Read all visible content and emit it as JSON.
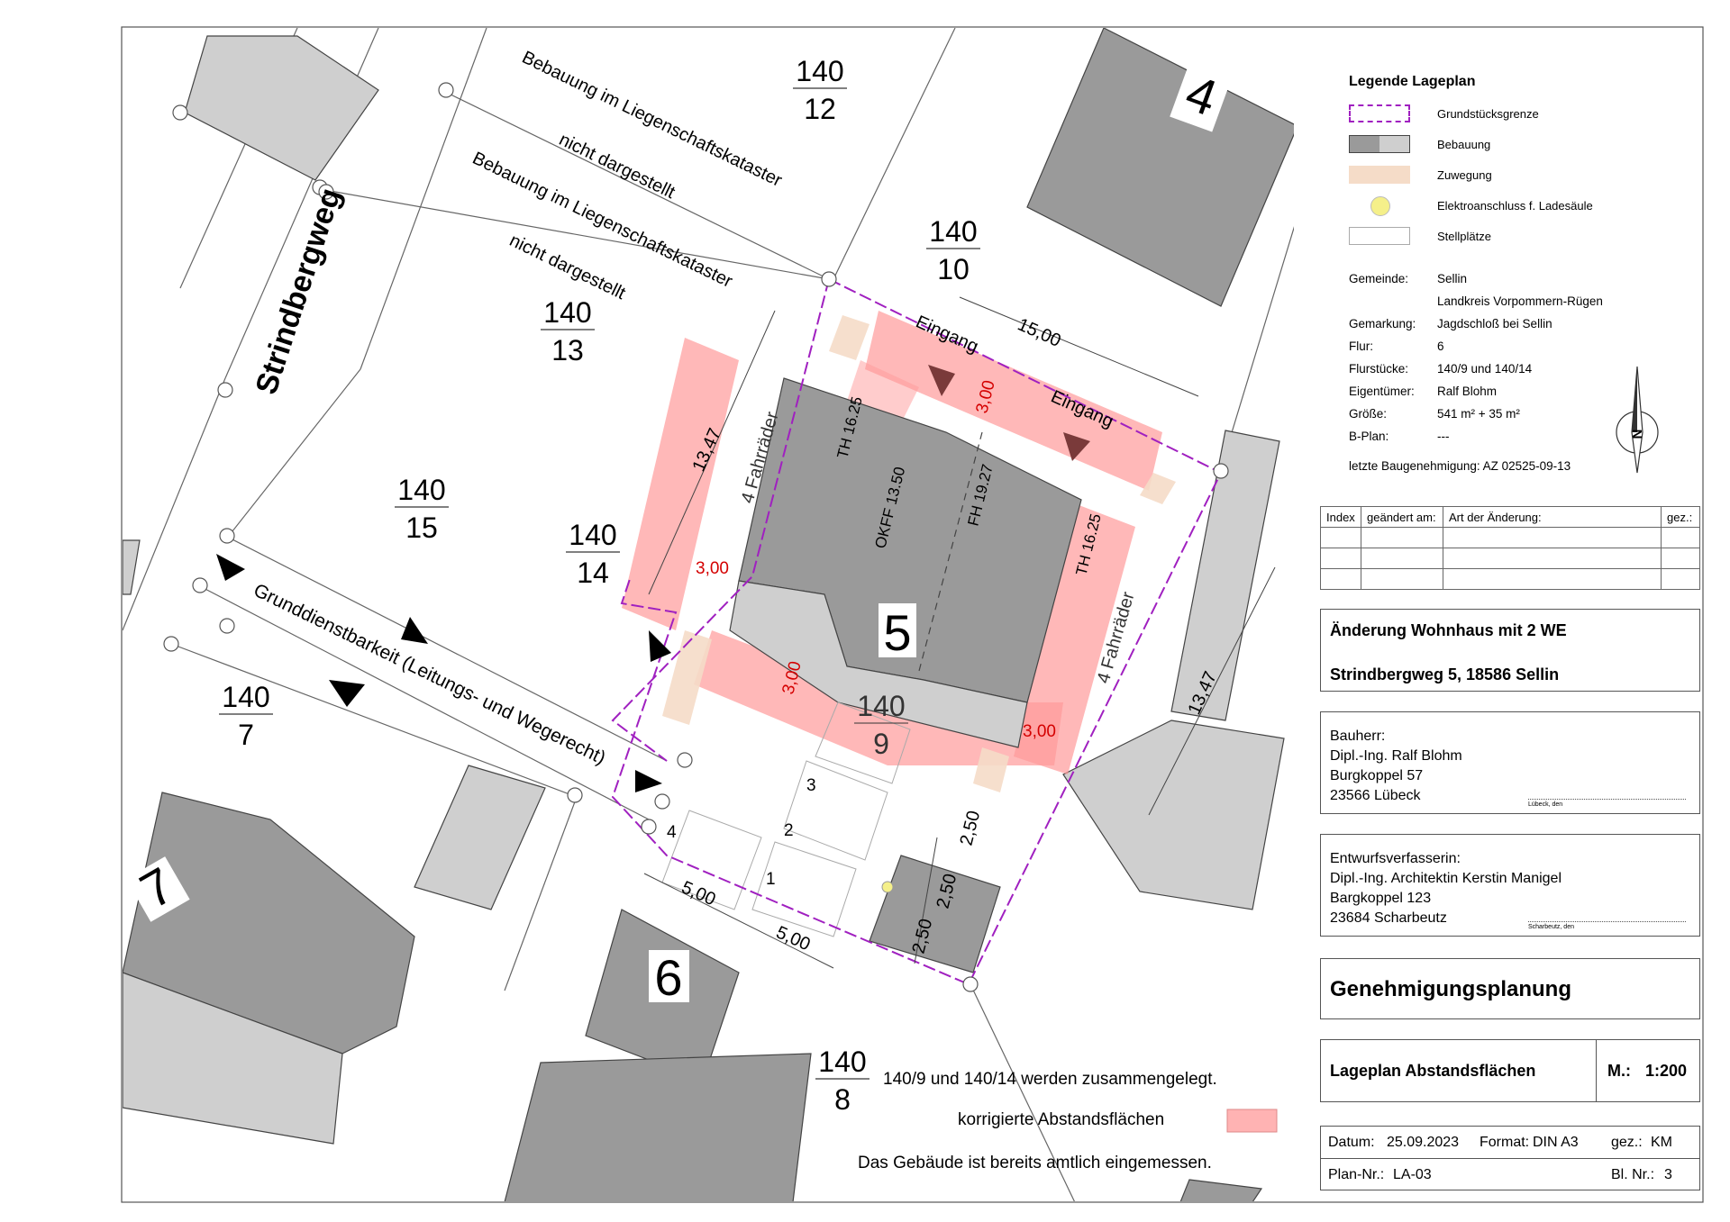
{
  "parcels": {
    "p140_12": {
      "num": "140",
      "den": "12"
    },
    "p140_10": {
      "num": "140",
      "den": "10"
    },
    "p140_13": {
      "num": "140",
      "den": "13"
    },
    "p140_15": {
      "num": "140",
      "den": "15"
    },
    "p140_14": {
      "num": "140",
      "den": "14"
    },
    "p140_7": {
      "num": "140",
      "den": "7"
    },
    "p140_9": {
      "num": "140",
      "den": "9"
    },
    "p140_8": {
      "num": "140",
      "den": "8"
    }
  },
  "house_numbers": {
    "n4": "4",
    "n5": "5",
    "n6": "6",
    "n7": "7"
  },
  "map_labels": {
    "street": "Strindbergweg",
    "bebauung_line1": "Bebauung im Liegenschaftskataster",
    "bebauung_line2": "nicht dargestellt",
    "easement": "Grunddienstbarkeit (Leitungs- und Wegerecht)",
    "eingang": "Eingang",
    "fahrraeder": "4 Fahrräder",
    "th": "TH 16.25",
    "okff": "OKFF 13.50",
    "fh": "FH 19.27",
    "abstand": "3,00",
    "dim_15": "15,00",
    "dim_1347": "13,47",
    "dim_500": "5,00",
    "dim_250": "2,50",
    "parking": [
      "1",
      "2",
      "3",
      "4"
    ]
  },
  "notes": {
    "merge": "140/9 und 140/14 werden zusammengelegt.",
    "corrected": "korrigierte Abstandsflächen",
    "measured": "Das Gebäude ist bereits amtlich eingemessen."
  },
  "legend": {
    "title": "Legende Lageplan",
    "items": [
      "Grundstücksgrenze",
      "Bebauung",
      "Zuwegung",
      "Elektroanschluss f. Ladesäule",
      "Stellplätze"
    ]
  },
  "info": [
    {
      "key": "Gemeinde:",
      "value": "Sellin"
    },
    {
      "key": "",
      "value": "Landkreis Vorpommern-Rügen"
    },
    {
      "key": "Gemarkung:",
      "value": "Jagdschloß bei Sellin"
    },
    {
      "key": "Flur:",
      "value": "6"
    },
    {
      "key": "Flurstücke:",
      "value": "140/9 und 140/14"
    },
    {
      "key": "Eigentümer:",
      "value": "Ralf Blohm"
    },
    {
      "key": "Größe:",
      "value": "541 m² + 35 m²"
    },
    {
      "key": "B-Plan:",
      "value": "---"
    }
  ],
  "permit": "letzte Baugenehmigung: AZ 02525-09-13",
  "north": "N",
  "revision_table": {
    "headers": [
      "Index",
      "geändert am:",
      "Art der Änderung:",
      "gez.:"
    ]
  },
  "project": {
    "line1": "Änderung Wohnhaus mit 2 WE",
    "line2": "Strindbergweg 5, 18586 Sellin"
  },
  "client": {
    "title": "Bauherr:",
    "lines": [
      "Dipl.-Ing. Ralf Blohm",
      "Burgkoppel 57",
      "23566 Lübeck"
    ],
    "sig": "Lübeck, den"
  },
  "designer": {
    "title": "Entwurfsverfasserin:",
    "lines": [
      "Dipl.-Ing. Architektin Kerstin Manigel",
      "Bargkoppel 123",
      "23684 Scharbeutz"
    ],
    "sig": "Scharbeutz, den"
  },
  "phase": "Genehmigungsplanung",
  "plan": {
    "title": "Lageplan Abstandsflächen",
    "scale_label": "M.:",
    "scale": "1:200"
  },
  "footer": {
    "date_label": "Datum:",
    "date": "25.09.2023",
    "format_label": "Format:",
    "format": "DIN A3",
    "drawn_label": "gez.:",
    "drawn": "KM",
    "planno_label": "Plan-Nr.:",
    "planno": "LA-03",
    "sheet_label": "Bl. Nr.:",
    "sheet": "3"
  },
  "colors": {
    "boundary": "#a020c0",
    "building_dark": "#9a9a9a",
    "building_light": "#cfcfcf",
    "path": "#f5dcc8",
    "setback": "#ff9a9a",
    "charger": "#f5f08a",
    "red_text": "#d40000"
  }
}
